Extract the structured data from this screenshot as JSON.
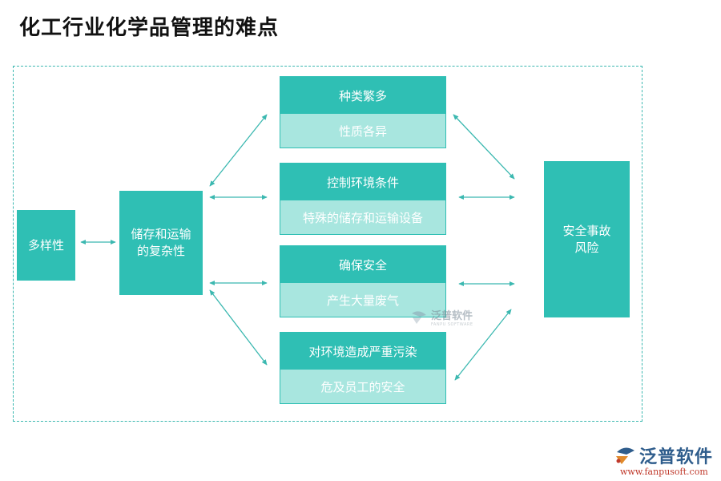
{
  "title": "化工行业化学品管理的难点",
  "nodes": {
    "diversity": "多样性",
    "complexity_line1": "储存和运输",
    "complexity_line2": "的复杂性",
    "risk_line1": "安全事故",
    "risk_line2": "风险"
  },
  "pairs": [
    {
      "top": "种类繁多",
      "bottom": "性质各异"
    },
    {
      "top": "控制环境条件",
      "bottom": "特殊的储存和运输设备"
    },
    {
      "top": "确保安全",
      "bottom": "产生大量废气"
    },
    {
      "top": "对环境造成严重污染",
      "bottom": "危及员工的安全"
    }
  ],
  "watermark": {
    "text": "泛普软件",
    "subtext": "FANPU SOFTWARE"
  },
  "logo": {
    "name": "泛普软件",
    "site": "www.fanpusoft.com"
  },
  "colors": {
    "primary": "#2fbfb4",
    "light": "#a8e6df",
    "frame": "#3bb8b0",
    "logo": "#2f5d8c"
  }
}
